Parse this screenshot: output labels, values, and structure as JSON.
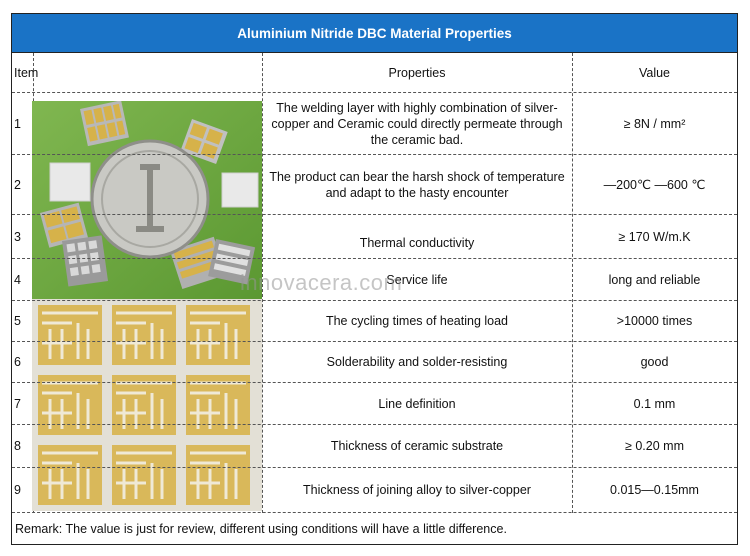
{
  "title": "Aluminium Nitride DBC Material Properties",
  "headers": {
    "item": "Item",
    "properties": "Properties",
    "value": "Value"
  },
  "rows": [
    {
      "item": "1",
      "property": "The welding layer with highly combination of silver-copper and Ceramic could directly permeate through the ceramic bad.",
      "value": "≥ 8N / mm²"
    },
    {
      "item": "2",
      "property": "The product can bear the harsh shock of temperature and adapt to the hasty encounter",
      "value": "—200℃ —600 ℃"
    },
    {
      "item": "3",
      "property": "Thermal conductivity",
      "value": "≥ 170 W/m.K"
    },
    {
      "item": "4",
      "property": "Service life",
      "value": "long and reliable"
    },
    {
      "item": "5",
      "property": "The cycling times of heating load",
      "value": ">10000 times"
    },
    {
      "item": "6",
      "property": "Solderability and solder-resisting",
      "value": "good"
    },
    {
      "item": "7",
      "property": "Line definition",
      "value": "0.1 mm"
    },
    {
      "item": "8",
      "property": "Thickness of ceramic substrate",
      "value": "≥ 0.20 mm"
    },
    {
      "item": "9",
      "property": "Thickness of joining alloy to silver-copper",
      "value": "0.015—0.15mm"
    }
  ],
  "remark": "Remark: The value is just for review, different using conditions will have a little difference.",
  "watermark": "innovacera.com",
  "colors": {
    "header_blue": "#1a73c6",
    "green_background": "#6fae3a",
    "gold_pads": "#d8b440"
  }
}
